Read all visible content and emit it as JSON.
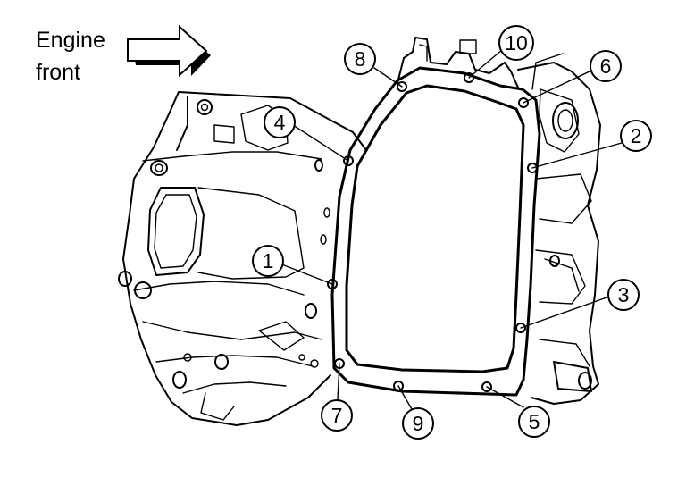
{
  "direction_label": {
    "line1": "Engine",
    "line2": "front"
  },
  "arrow_icon": "right-arrow-3d-icon",
  "callouts": [
    "1",
    "2",
    "3",
    "4",
    "5",
    "6",
    "7",
    "8",
    "9",
    "10"
  ]
}
